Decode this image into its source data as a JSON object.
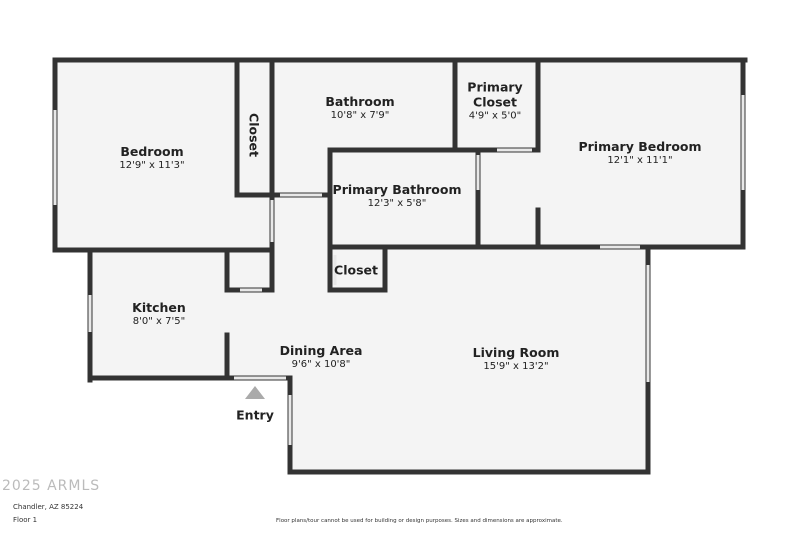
{
  "rooms": {
    "bedroom": {
      "name": "Bedroom",
      "dims": "12'9\" x 11'3\""
    },
    "closet_vertical": {
      "name": "Closet"
    },
    "bathroom": {
      "name": "Bathroom",
      "dims": "10'8\" x 7'9\""
    },
    "primary_closet": {
      "name": "Primary\nCloset",
      "dims": "4'9\" x 5'0\""
    },
    "primary_bedroom": {
      "name": "Primary Bedroom",
      "dims": "12'1\" x 11'1\""
    },
    "primary_bathroom": {
      "name": "Primary Bathroom",
      "dims": "12'3\" x 5'8\""
    },
    "closet": {
      "name": "Closet"
    },
    "kitchen": {
      "name": "Kitchen",
      "dims": "8'0\" x 7'5\""
    },
    "dining_area": {
      "name": "Dining Area",
      "dims": "9'6\" x 10'8\""
    },
    "living_room": {
      "name": "Living Room",
      "dims": "15'9\" x 13'2\""
    },
    "entry": {
      "name": "Entry"
    }
  },
  "footer": {
    "address": "Chandler, AZ 85224",
    "watermark": "2025 ARMLS",
    "floor": "Floor 1",
    "disclaimer": "Floor plans/tour cannot be used for building or design purposes. Sizes and dimensions are approximate."
  },
  "colors": {
    "wall": "#333333",
    "floor": "#f4f4f4",
    "window": "#e6e6e6"
  }
}
